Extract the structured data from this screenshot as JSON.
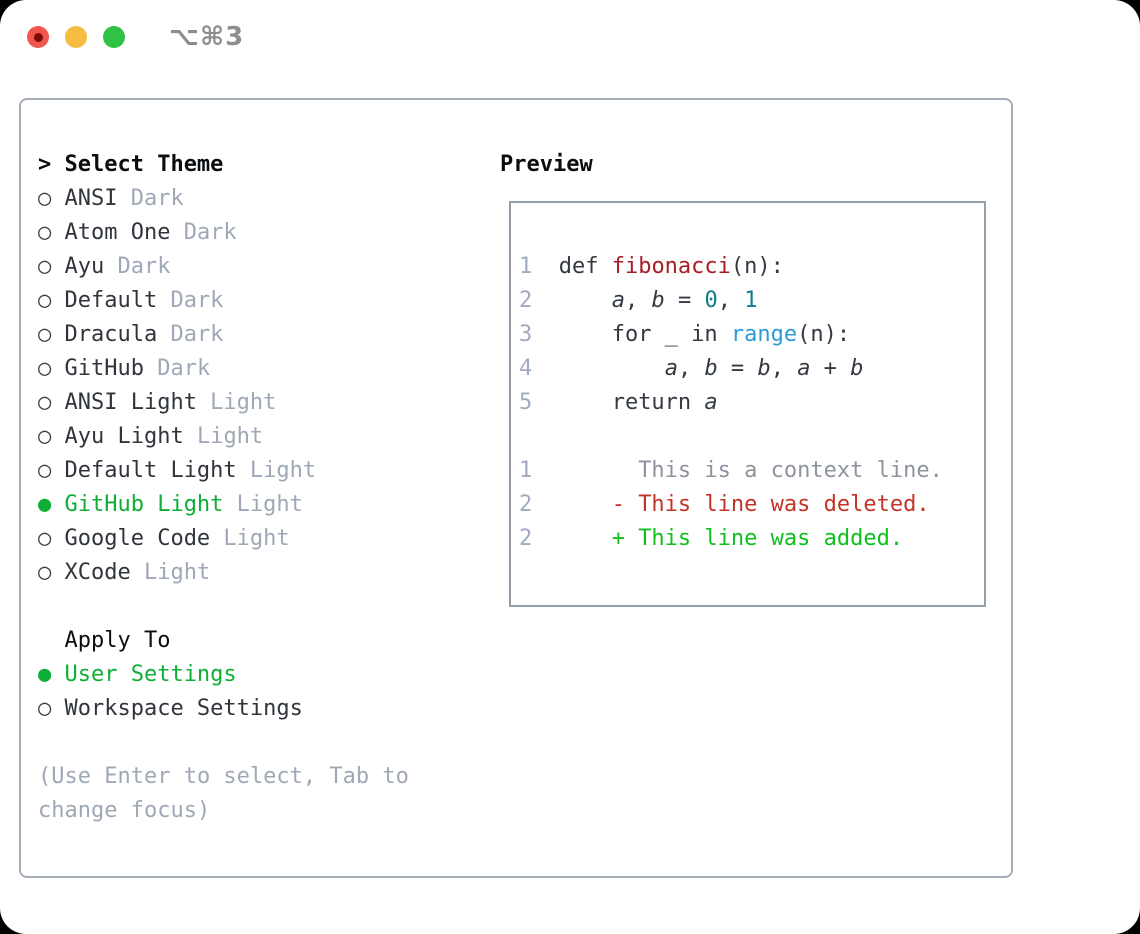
{
  "titlebar": {
    "title": "⌥⌘3"
  },
  "theme_list": {
    "header_marker": ">",
    "header": "Select Theme",
    "marker_selected": "●",
    "marker_unselected": "○",
    "items": [
      {
        "label": "ANSI",
        "variant": "Dark",
        "selected": false
      },
      {
        "label": "Atom One",
        "variant": "Dark",
        "selected": false
      },
      {
        "label": "Ayu",
        "variant": "Dark",
        "selected": false
      },
      {
        "label": "Default",
        "variant": "Dark",
        "selected": false
      },
      {
        "label": "Dracula",
        "variant": "Dark",
        "selected": false
      },
      {
        "label": "GitHub",
        "variant": "Dark",
        "selected": false
      },
      {
        "label": "ANSI Light",
        "variant": "Light",
        "selected": false
      },
      {
        "label": "Ayu Light",
        "variant": "Light",
        "selected": false
      },
      {
        "label": "Default Light",
        "variant": "Light",
        "selected": false
      },
      {
        "label": "GitHub Light",
        "variant": "Light",
        "selected": true
      },
      {
        "label": "Google Code",
        "variant": "Light",
        "selected": false
      },
      {
        "label": "XCode",
        "variant": "Light",
        "selected": false
      }
    ]
  },
  "apply_to": {
    "header": "Apply To",
    "options": [
      {
        "label": "User Settings",
        "selected": true
      },
      {
        "label": "Workspace Settings",
        "selected": false
      }
    ]
  },
  "hint_lines": [
    "(Use Enter to select, Tab to",
    "change focus)"
  ],
  "preview": {
    "header": "Preview",
    "lines": [
      {
        "no": "1",
        "seg": [
          {
            "t": "def ",
            "c": "pl"
          },
          {
            "t": "fibonacci",
            "c": "fn"
          },
          {
            "t": "(n):",
            "c": "pl"
          }
        ]
      },
      {
        "no": "2",
        "seg": [
          {
            "t": "    ",
            "c": "pl"
          },
          {
            "t": "a",
            "c": "va"
          },
          {
            "t": ", ",
            "c": "pl"
          },
          {
            "t": "b",
            "c": "va"
          },
          {
            "t": " = ",
            "c": "pl"
          },
          {
            "t": "0",
            "c": "nu"
          },
          {
            "t": ", ",
            "c": "pl"
          },
          {
            "t": "1",
            "c": "nu"
          }
        ]
      },
      {
        "no": "3",
        "seg": [
          {
            "t": "    for _ in ",
            "c": "pl"
          },
          {
            "t": "range",
            "c": "bi"
          },
          {
            "t": "(n):",
            "c": "pl"
          }
        ]
      },
      {
        "no": "4",
        "seg": [
          {
            "t": "        ",
            "c": "pl"
          },
          {
            "t": "a",
            "c": "va"
          },
          {
            "t": ", ",
            "c": "pl"
          },
          {
            "t": "b",
            "c": "va"
          },
          {
            "t": " = ",
            "c": "pl"
          },
          {
            "t": "b",
            "c": "va"
          },
          {
            "t": ", ",
            "c": "pl"
          },
          {
            "t": "a",
            "c": "va"
          },
          {
            "t": " + ",
            "c": "pl"
          },
          {
            "t": "b",
            "c": "va"
          }
        ]
      },
      {
        "no": "5",
        "seg": [
          {
            "t": "    return ",
            "c": "pl"
          },
          {
            "t": "a",
            "c": "va"
          }
        ]
      },
      {
        "no": "",
        "seg": []
      },
      {
        "no": "1",
        "seg": [
          {
            "t": "      This is a context line.",
            "c": "ctx"
          }
        ]
      },
      {
        "no": "2",
        "seg": [
          {
            "t": "    - This line was deleted.",
            "c": "del"
          }
        ]
      },
      {
        "no": "2",
        "seg": [
          {
            "t": "    + This line was added.",
            "c": "add"
          }
        ]
      }
    ]
  },
  "colors": {
    "tl-red": "#f1564e",
    "tl-red-dot": "#7b0d06",
    "tl-yellow": "#f4bd40",
    "tl-green": "#30c244",
    "title-gray": "#8d8d8d",
    "panel-border": "#a5adb9",
    "box-border": "#959ea9",
    "header-black": "#0b0e11",
    "text-dark": "#30353c",
    "code-dark": "#343a42",
    "muted": "#9fa8b6",
    "lineno": "#a0abbf",
    "select-green": "#0fae36",
    "func-red": "#aa1d25",
    "num-teal": "#0c7d89",
    "builtin-blue": "#2d9bd3",
    "ctx-gray": "#8d949e",
    "del-red": "#c13526",
    "add-green": "#0fc01f"
  }
}
